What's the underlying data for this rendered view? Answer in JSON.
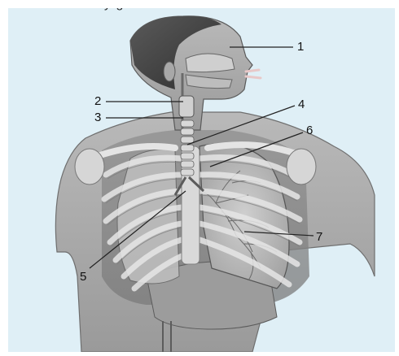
{
  "figure": {
    "cropped_top_text": "y g",
    "labels": [
      "1",
      "2",
      "3",
      "4",
      "5",
      "6",
      "7"
    ]
  },
  "colors": {
    "panel_background": "#dfeff6",
    "border": "#6aaed0",
    "label_text": "#111111",
    "leader_line": "#222222"
  }
}
